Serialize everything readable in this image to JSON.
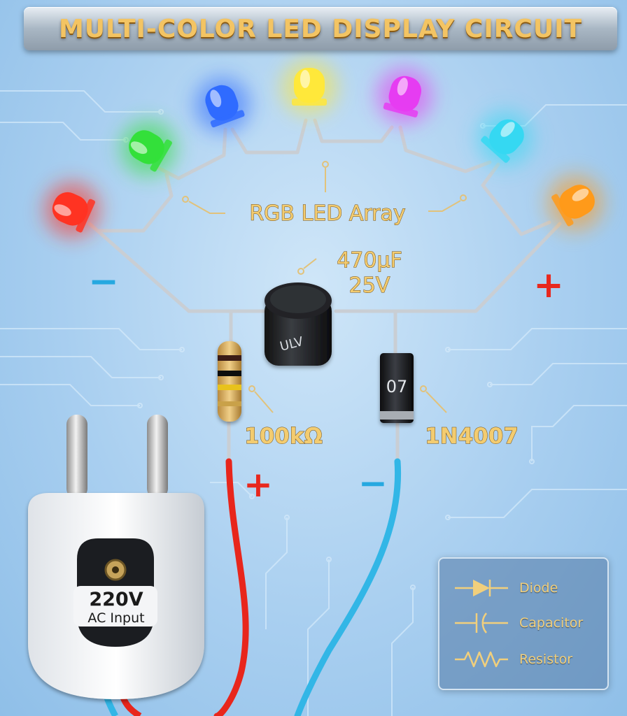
{
  "title": "MULTI-COLOR LED DISPLAY CIRCUIT",
  "labels": {
    "led_array": "RGB LED Array",
    "capacitor_value": "470µF",
    "capacitor_voltage": "25V",
    "resistor_value": "100kΩ",
    "diode_part": "1N4007",
    "diode_marking": "07",
    "capacitor_marking": "ULV",
    "plug_voltage": "220V",
    "plug_input": "AC Input"
  },
  "polarity": {
    "led_left": "−",
    "led_right": "+",
    "wire_red": "+",
    "wire_blue": "−"
  },
  "leds": [
    {
      "color": "red",
      "hex": "#ff3322"
    },
    {
      "color": "green",
      "hex": "#33e03a"
    },
    {
      "color": "blue",
      "hex": "#2f6bff"
    },
    {
      "color": "yellow",
      "hex": "#ffe83a"
    },
    {
      "color": "magenta",
      "hex": "#e63cf2"
    },
    {
      "color": "cyan",
      "hex": "#35d8f2"
    },
    {
      "color": "orange",
      "hex": "#ff9a1a"
    }
  ],
  "legend": {
    "items": [
      {
        "label": "Diode",
        "icon": "diode-symbol-icon"
      },
      {
        "label": "Capacitor",
        "icon": "capacitor-symbol-icon"
      },
      {
        "label": "Resistor",
        "icon": "resistor-symbol-icon"
      }
    ]
  },
  "colors": {
    "label_gold": "#f3cc70",
    "wire_red": "#e8261c",
    "wire_blue": "#32b6e6",
    "polarity_red": "#e8281e",
    "polarity_blue": "#26a8e0",
    "lead_silver": "#c9ced4"
  }
}
